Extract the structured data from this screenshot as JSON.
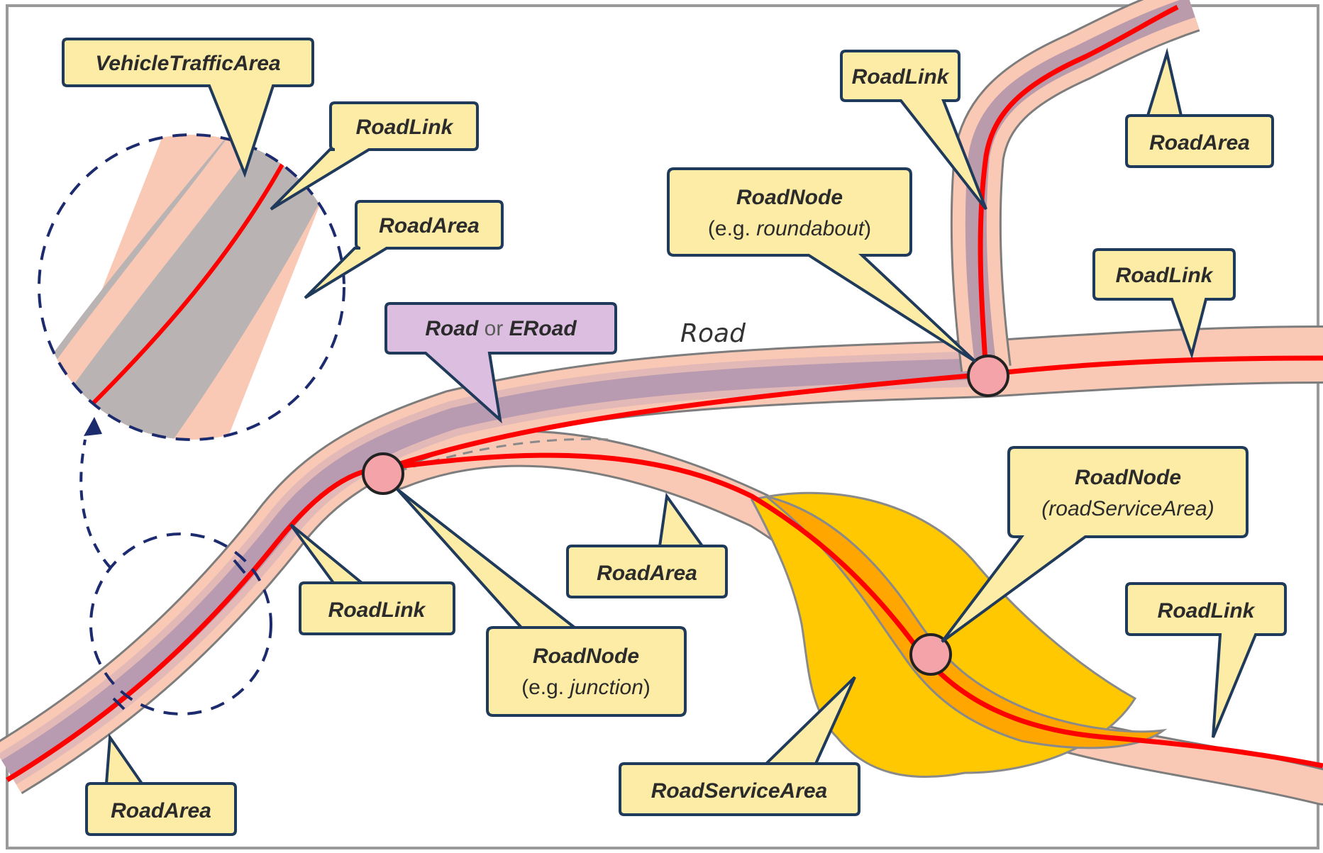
{
  "diagram": {
    "floating_label": "Road",
    "colors": {
      "link_red": "#ff0000",
      "road_area_peach": "#f9c9b5",
      "road_area_purple": "#a088a8",
      "vehicle_traffic_grey": "#b9b3b3",
      "service_area_yellow": "#ffc800",
      "service_area_orange": "#ffa600",
      "node_pink": "#f4a3a8",
      "callout_yellow": "#fdeca5",
      "callout_purple": "#dcbfe0",
      "callout_border": "#1f3a5a",
      "dashed_circle": "#1c2a6e"
    },
    "callouts": {
      "vehicle_traffic_area": "VehicleTrafficArea",
      "roadlink_zoom": "RoadLink",
      "roadarea_zoom": "RoadArea",
      "road_or_eroad": {
        "part1": "Road",
        "part2": " or ",
        "part3": "ERoad"
      },
      "roadlink_top": "RoadLink",
      "roadarea_top": "RoadArea",
      "roadnode_roundabout": {
        "line1": "RoadNode",
        "line2_prefix": "(e.g. ",
        "line2_italic": "roundabout",
        "line2_suffix": ")"
      },
      "roadlink_right": "RoadLink",
      "roadlink_left": "RoadLink",
      "roadarea_mid": "RoadArea",
      "roadnode_junction": {
        "line1": "RoadNode",
        "line2_prefix": "(e.g. ",
        "line2_italic": "junction",
        "line2_suffix": ")"
      },
      "roadnode_service": {
        "line1": "RoadNode",
        "line2": "(roadServiceArea)"
      },
      "roadlink_bottom_right": "RoadLink",
      "road_service_area": "RoadServiceArea",
      "roadarea_bottom_left": "RoadArea"
    }
  }
}
